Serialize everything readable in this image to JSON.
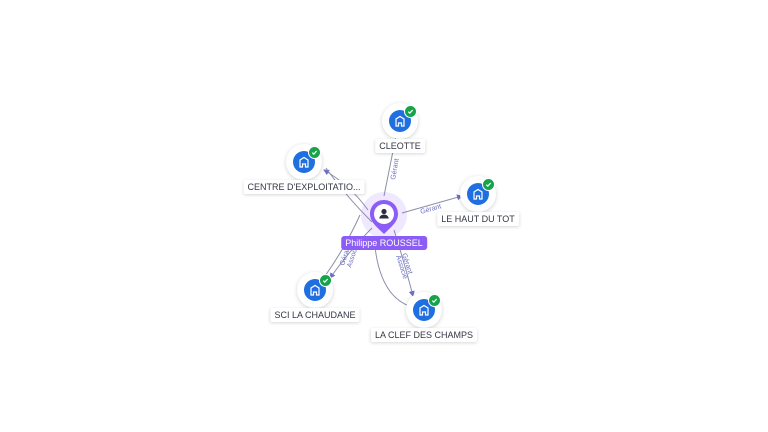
{
  "colors": {
    "company_disc": "#1f6fe0",
    "badge": "#17a34a",
    "person": "#8b5cf6",
    "edge": "#8b8fa8",
    "edge_label": "#6b6fc7"
  },
  "person": {
    "name": "Philippe ROUSSEL",
    "icon": "user-icon"
  },
  "companies": [
    {
      "name": "CLEOTTE",
      "icon": "building-icon",
      "badge": "check-icon"
    },
    {
      "name": "CENTRE D'EXPLOITATIO...",
      "icon": "building-icon",
      "badge": "check-icon"
    },
    {
      "name": "LE HAUT DU TOT",
      "icon": "building-icon",
      "badge": "check-icon"
    },
    {
      "name": "SCI LA CHAUDANE",
      "icon": "building-icon",
      "badge": "check-icon"
    },
    {
      "name": "LA CLEF DES CHAMPS",
      "icon": "building-icon",
      "badge": "check-icon"
    }
  ],
  "relations": [
    {
      "target": "CLEOTTE",
      "label": "Gérant"
    },
    {
      "target": "CENTRE D'EXPLOITATIO...",
      "label": ""
    },
    {
      "target": "LE HAUT DU TOT",
      "label": "Gérant"
    },
    {
      "target": "SCI LA CHAUDANE",
      "label": "Gérant"
    },
    {
      "target": "SCI LA CHAUDANE",
      "label": "Associé"
    },
    {
      "target": "LA CLEF DES CHAMPS",
      "label": "Gérant"
    },
    {
      "target": "LA CLEF DES CHAMPS",
      "label": "Associé"
    }
  ]
}
